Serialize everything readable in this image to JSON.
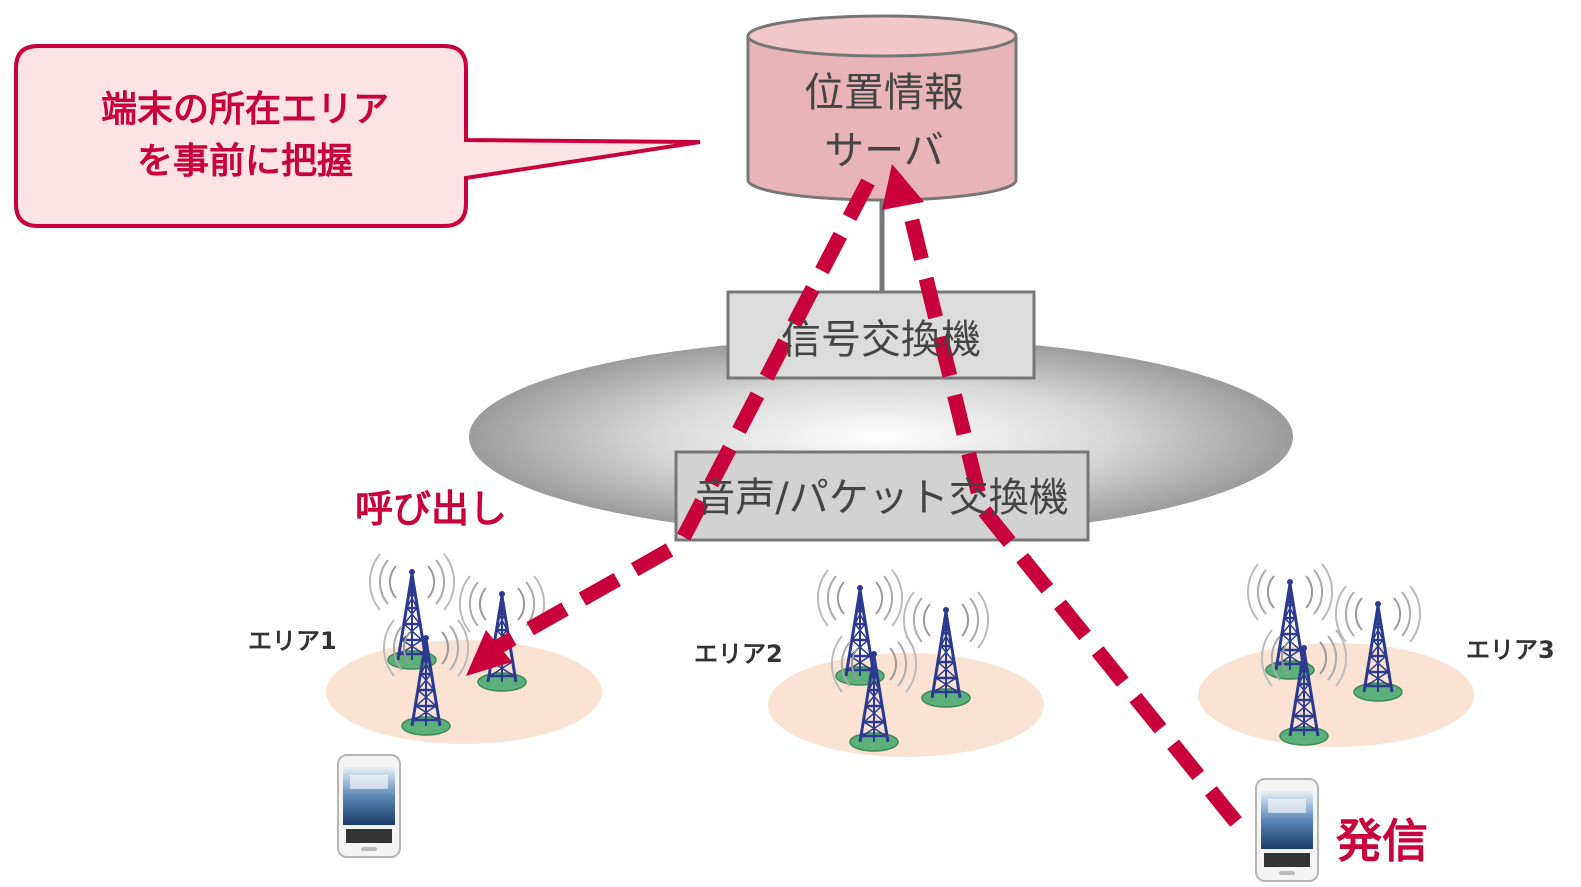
{
  "callout": {
    "line1": "端末の所在エリア",
    "line2": "を事前に把握"
  },
  "server": {
    "line1": "位置情報",
    "line2": "サーバ"
  },
  "signal_switch": {
    "label": "信号交換機"
  },
  "voice_packet_switch": {
    "label": "音声/パケット交換機"
  },
  "call_label": "呼び出し",
  "send_label": "発信",
  "areas": [
    {
      "label": "エリア1"
    },
    {
      "label": "エリア2"
    },
    {
      "label": "エリア3"
    }
  ],
  "colors": {
    "accent": "#c8003c",
    "server_fill": "#e8b4b8",
    "callout_fill": "#fbe3e6",
    "area_fill": "#fbe3d4",
    "tower_blue": "#2b3a8f",
    "tower_base": "#5cb07a",
    "network_gray": "#a8a8a8"
  }
}
